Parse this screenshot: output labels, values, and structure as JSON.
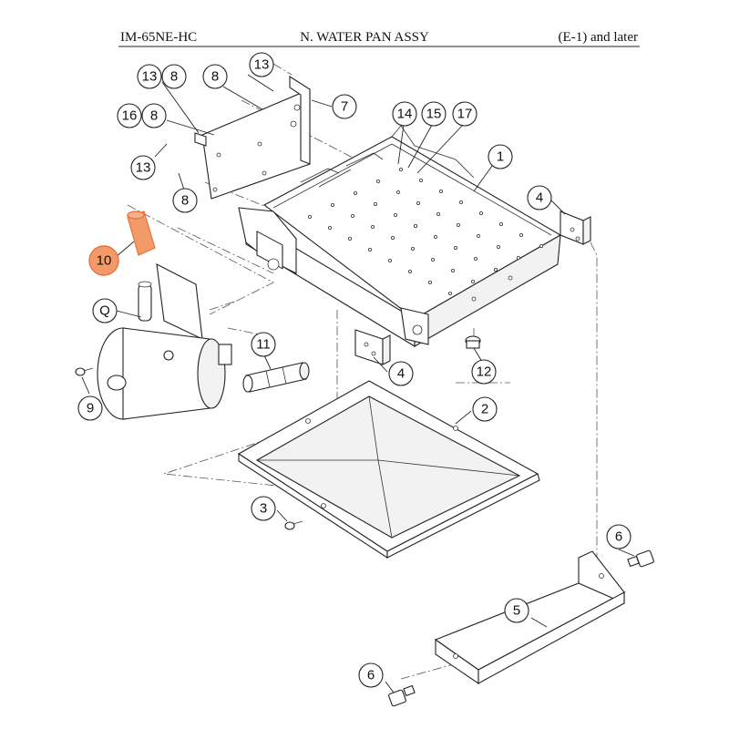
{
  "header": {
    "model": "IM-65NE-HC",
    "title": "N. WATER PAN ASSY",
    "revision": "(E-1) and later"
  },
  "callouts": [
    {
      "id": "c13a",
      "label": "13"
    },
    {
      "id": "c8a",
      "label": "8"
    },
    {
      "id": "c8b",
      "label": "8"
    },
    {
      "id": "c13b",
      "label": "13"
    },
    {
      "id": "c7",
      "label": "7"
    },
    {
      "id": "c16",
      "label": "16"
    },
    {
      "id": "c8c",
      "label": "8"
    },
    {
      "id": "c13c",
      "label": "13"
    },
    {
      "id": "c8d",
      "label": "8"
    },
    {
      "id": "c14",
      "label": "14"
    },
    {
      "id": "c15",
      "label": "15"
    },
    {
      "id": "c17",
      "label": "17"
    },
    {
      "id": "c1",
      "label": "1"
    },
    {
      "id": "c4a",
      "label": "4"
    },
    {
      "id": "c10",
      "label": "10",
      "highlight": true
    },
    {
      "id": "cQ",
      "label": "Q"
    },
    {
      "id": "c11",
      "label": "11"
    },
    {
      "id": "c4b",
      "label": "4"
    },
    {
      "id": "c12",
      "label": "12"
    },
    {
      "id": "c9",
      "label": "9"
    },
    {
      "id": "c2",
      "label": "2"
    },
    {
      "id": "c3",
      "label": "3"
    },
    {
      "id": "c6a",
      "label": "6"
    },
    {
      "id": "c5",
      "label": "5"
    },
    {
      "id": "c6b",
      "label": "6"
    }
  ],
  "colors": {
    "highlight_fill": "#f39a6a",
    "highlight_stroke": "#e8713a",
    "line": "#222222"
  }
}
